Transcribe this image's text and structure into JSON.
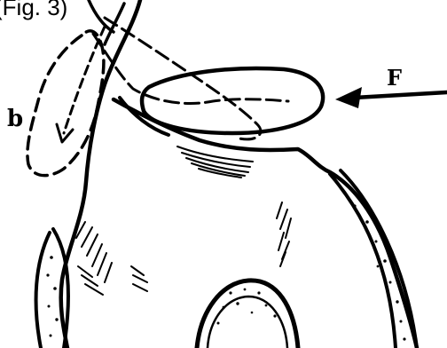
{
  "caption_fragment": "(Fig. 3)",
  "labels": {
    "force": "F",
    "rotated": "b"
  },
  "colors": {
    "ink": "#000000",
    "paper": "#ffffff"
  }
}
